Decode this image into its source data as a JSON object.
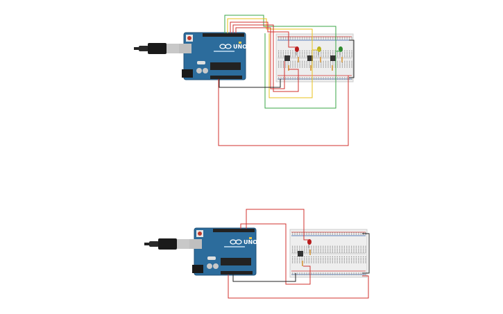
{
  "canvas": {
    "background": "#ffffff"
  },
  "colors": {
    "board": "#2c6c9c",
    "board_dark": "#1f5078",
    "header": "#222222",
    "breadboard": "#eeeeee",
    "breadboard_edge": "#cccccc",
    "wire_red": "#d0312d",
    "wire_black": "#222222",
    "wire_green": "#3aa646",
    "wire_yellow": "#e8c21a",
    "led_red": "#b81c1c",
    "led_yellow": "#b7b21c",
    "led_green": "#2f8a2f",
    "resistor": "#d9a65a"
  },
  "circuit_top": {
    "board": {
      "model_label": "UNO",
      "logo_icon": "arduino-infinity-icon"
    },
    "led_colors": [
      "red",
      "yellow",
      "green"
    ],
    "button_count": 3,
    "resistor_count": 6
  },
  "circuit_bottom": {
    "board": {
      "model_label": "UNO",
      "logo_icon": "arduino-infinity-icon"
    },
    "led_colors": [
      "red"
    ],
    "button_count": 1,
    "resistor_count": 2
  }
}
